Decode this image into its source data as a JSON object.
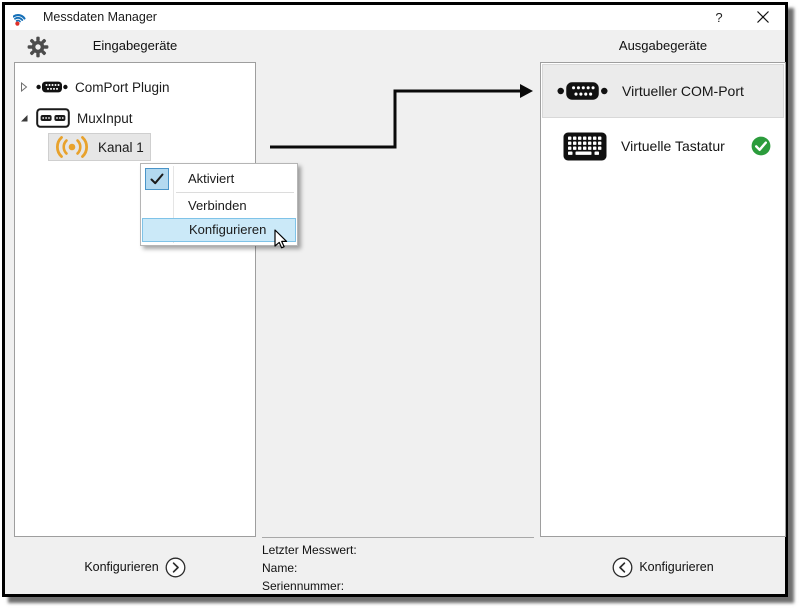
{
  "colors": {
    "titlebar_bg": "#ffffff",
    "window_bg": "#f0f0f0",
    "panel_border": "#9e9e9e",
    "tree_selection_bg": "#e6e6e6",
    "output_selection_bg": "#ebebeb",
    "menu_highlight_bg": "#cbe9f8",
    "menu_highlight_border": "#7fc3e8",
    "menu_checkbox_bg": "#b3d9f0",
    "menu_checkbox_border": "#4a94c8",
    "signal_orange": "#e8a22c",
    "status_green": "#2b9c3c",
    "app_icon_blue": "#1670b8",
    "app_icon_red": "#e03028"
  },
  "titlebar": {
    "title": "Messdaten Manager",
    "help": "?"
  },
  "headers": {
    "inputs": "Eingabegeräte",
    "outputs": "Ausgabegeräte"
  },
  "input_tree": {
    "items": [
      {
        "label": "ComPort Plugin",
        "state": "collapsed"
      },
      {
        "label": "MuxInput",
        "state": "expanded"
      },
      {
        "label": "Kanal 1",
        "state": "selected"
      }
    ]
  },
  "context_menu": {
    "items": [
      {
        "label": "Aktiviert",
        "checked": true,
        "hovered": false
      },
      {
        "label": "Verbinden",
        "checked": false,
        "hovered": false
      },
      {
        "label": "Konfigurieren",
        "checked": false,
        "hovered": true
      }
    ]
  },
  "output_list": {
    "items": [
      {
        "label": "Virtueller COM-Port",
        "selected": true,
        "status": ""
      },
      {
        "label": "Virtuelle Tastatur",
        "selected": false,
        "status": "connected"
      }
    ]
  },
  "footer": {
    "configure_inputs": "Konfigurieren",
    "configure_outputs": "Konfigurieren",
    "last_value_label": "Letzter Messwert:",
    "name_label": "Name:",
    "serial_label": "Seriennummer:"
  }
}
